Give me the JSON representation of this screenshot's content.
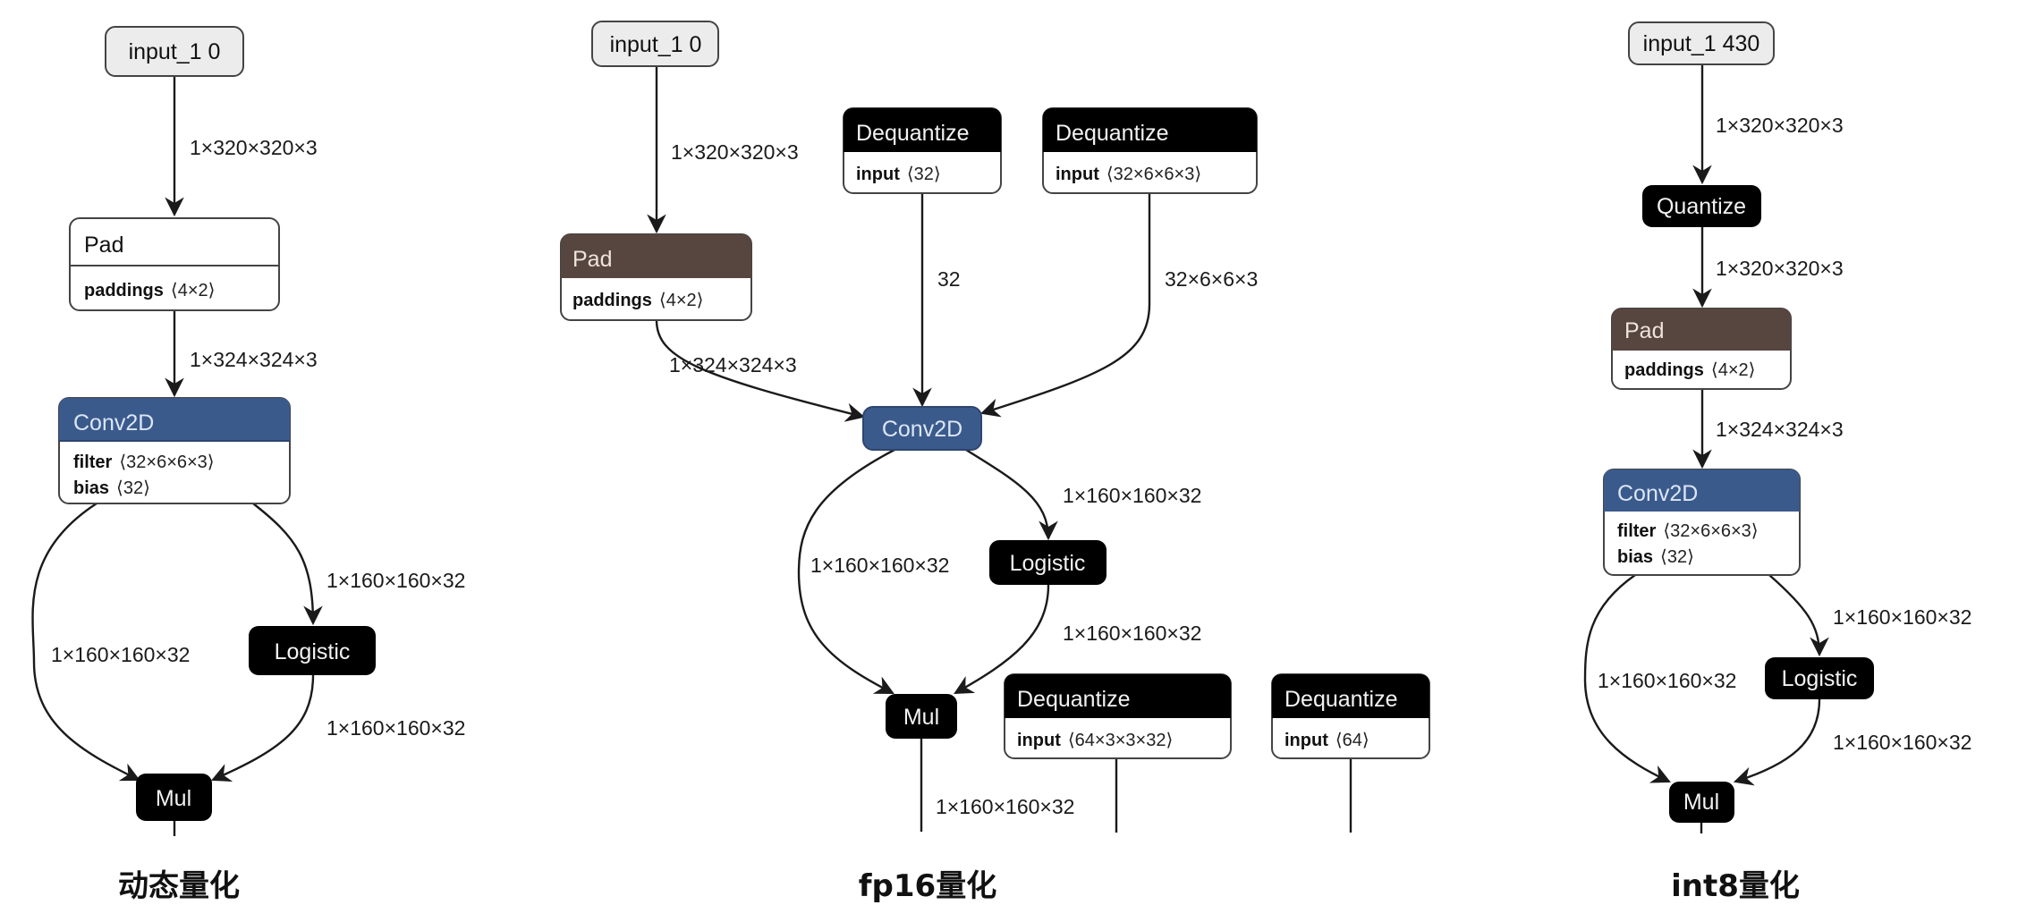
{
  "colors": {
    "input_fill": "#ececec",
    "conv_header": "#3b5a8c",
    "conv_text": "#dbe6f5",
    "pad_header": "#574540",
    "pad_text": "#efe3dc",
    "black_node": "#000000",
    "edge": "#1a1a1a"
  },
  "panels": [
    {
      "caption": "动态量化",
      "nodes": {
        "input": "input_1 0",
        "pad": {
          "title": "Pad",
          "attrs": [
            {
              "key": "paddings",
              "val": "⟨4×2⟩"
            }
          ]
        },
        "conv": {
          "title": "Conv2D",
          "attrs": [
            {
              "key": "filter",
              "val": "⟨32×6×6×3⟩"
            },
            {
              "key": "bias",
              "val": "⟨32⟩"
            }
          ]
        },
        "logistic": "Logistic",
        "mul": "Mul"
      },
      "edges": {
        "input_pad": "1×320×320×3",
        "pad_conv": "1×324×324×3",
        "conv_logistic": "1×160×160×32",
        "conv_mul": "1×160×160×32",
        "logistic_mul": "1×160×160×32"
      }
    },
    {
      "caption": "fp16量化",
      "nodes": {
        "input": "input_1 0",
        "pad": {
          "title": "Pad",
          "attrs": [
            {
              "key": "paddings",
              "val": "⟨4×2⟩"
            }
          ]
        },
        "deq1": {
          "title": "Dequantize",
          "attrs": [
            {
              "key": "input",
              "val": "⟨32⟩"
            }
          ]
        },
        "deq2": {
          "title": "Dequantize",
          "attrs": [
            {
              "key": "input",
              "val": "⟨32×6×6×3⟩"
            }
          ]
        },
        "conv": {
          "title": "Conv2D"
        },
        "logistic": "Logistic",
        "mul": "Mul",
        "deq3": {
          "title": "Dequantize",
          "attrs": [
            {
              "key": "input",
              "val": "⟨64×3×3×32⟩"
            }
          ]
        },
        "deq4": {
          "title": "Dequantize",
          "attrs": [
            {
              "key": "input",
              "val": "⟨64⟩"
            }
          ]
        }
      },
      "edges": {
        "input_pad": "1×320×320×3",
        "pad_conv": "1×324×324×3",
        "deq1_conv": "32",
        "deq2_conv": "32×6×6×3",
        "conv_logistic": "1×160×160×32",
        "conv_mul": "1×160×160×32",
        "logistic_mul": "1×160×160×32",
        "mul_out": "1×160×160×32"
      }
    },
    {
      "caption": "int8量化",
      "nodes": {
        "input": "input_1 430",
        "quantize": "Quantize",
        "pad": {
          "title": "Pad",
          "attrs": [
            {
              "key": "paddings",
              "val": "⟨4×2⟩"
            }
          ]
        },
        "conv": {
          "title": "Conv2D",
          "attrs": [
            {
              "key": "filter",
              "val": "⟨32×6×6×3⟩"
            },
            {
              "key": "bias",
              "val": "⟨32⟩"
            }
          ]
        },
        "logistic": "Logistic",
        "mul": "Mul"
      },
      "edges": {
        "input_quantize": "1×320×320×3",
        "quantize_pad": "1×320×320×3",
        "pad_conv": "1×324×324×3",
        "conv_logistic": "1×160×160×32",
        "conv_mul": "1×160×160×32",
        "logistic_mul": "1×160×160×32"
      }
    }
  ]
}
